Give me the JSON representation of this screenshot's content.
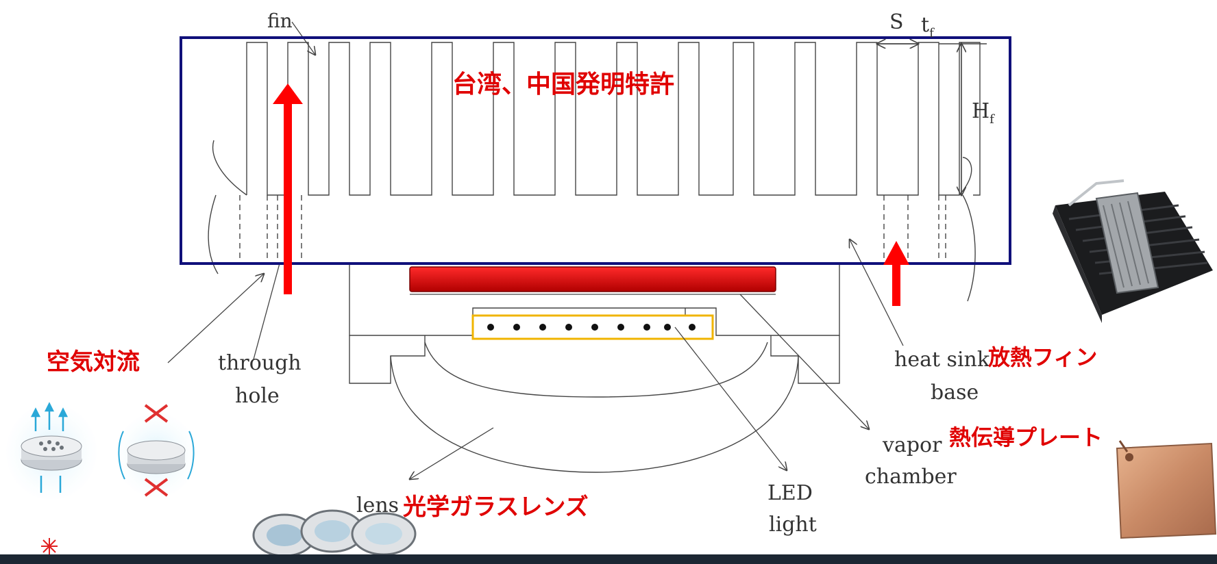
{
  "labels": {
    "fin": "fin",
    "S": "S",
    "tf": "t",
    "tf_sub": "f",
    "Hf": "H",
    "Hf_sub": "f",
    "through_hole_1": "through",
    "through_hole_2": "hole",
    "heat_sink_1": "heat sink",
    "heat_sink_2": "base",
    "vapor_1": "vapor",
    "vapor_2": "chamber",
    "lens": "lens",
    "led_1": "LED",
    "led_2": "light"
  },
  "annotations_jp": {
    "patent": "台湾、中国発明特許",
    "air_convection": "空気対流",
    "heat_fin": "放熱フィン",
    "thermal_plate": "熱伝導プレート",
    "optical_lens": "光学ガラスレンズ"
  },
  "colors": {
    "highlight_box": "#10107a",
    "arrow": "#ff0000",
    "heat_plate": "#d40000",
    "led_box": "#f0b400",
    "line": "#444444",
    "annotation_text": "#e00000"
  }
}
